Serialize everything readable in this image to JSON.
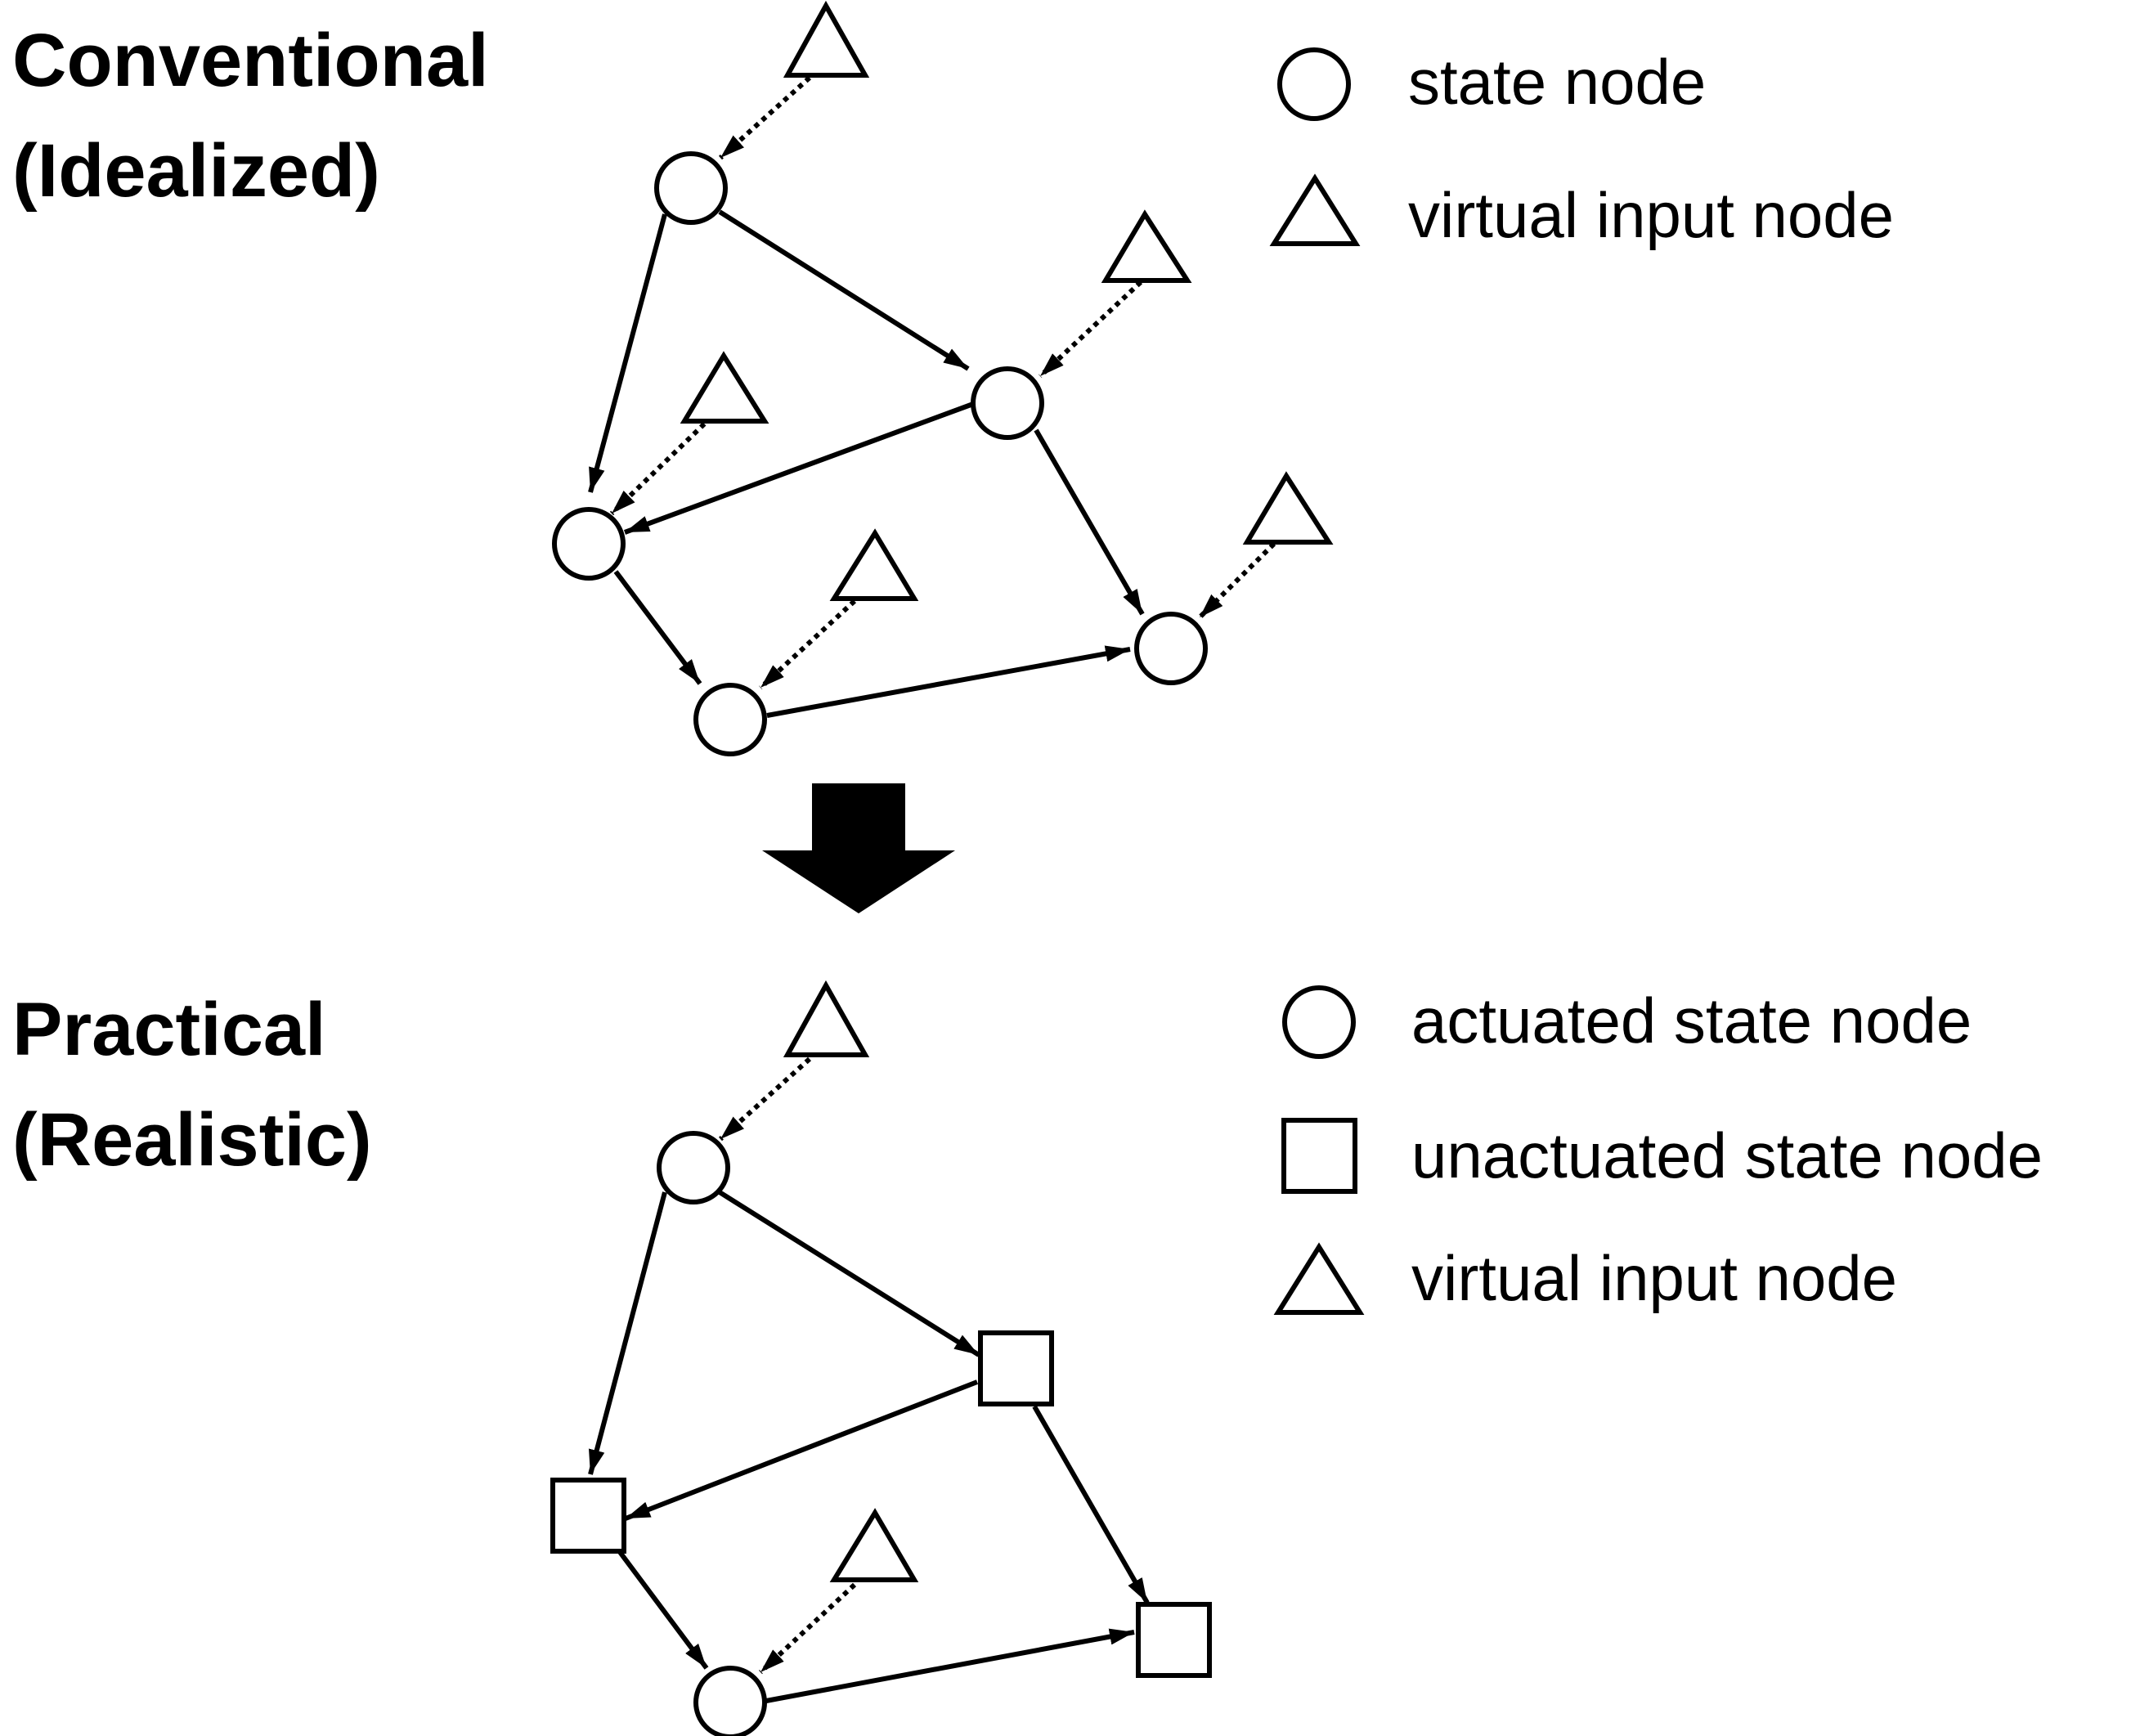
{
  "panels": {
    "conventional": {
      "title_line1": "Conventional",
      "title_line2": "(Idealized)",
      "legend": [
        {
          "shape": "circle",
          "label": "state node"
        },
        {
          "shape": "triangle",
          "label": "virtual input node"
        }
      ]
    },
    "practical": {
      "title_line1": "Practical",
      "title_line2": "(Realistic)",
      "legend": [
        {
          "shape": "circle",
          "label": "actuated state node"
        },
        {
          "shape": "square",
          "label": "unactuated state node"
        },
        {
          "shape": "triangle",
          "label": "virtual input node"
        }
      ]
    }
  },
  "colors": {
    "stroke": "#000000",
    "fill": "#ffffff"
  }
}
